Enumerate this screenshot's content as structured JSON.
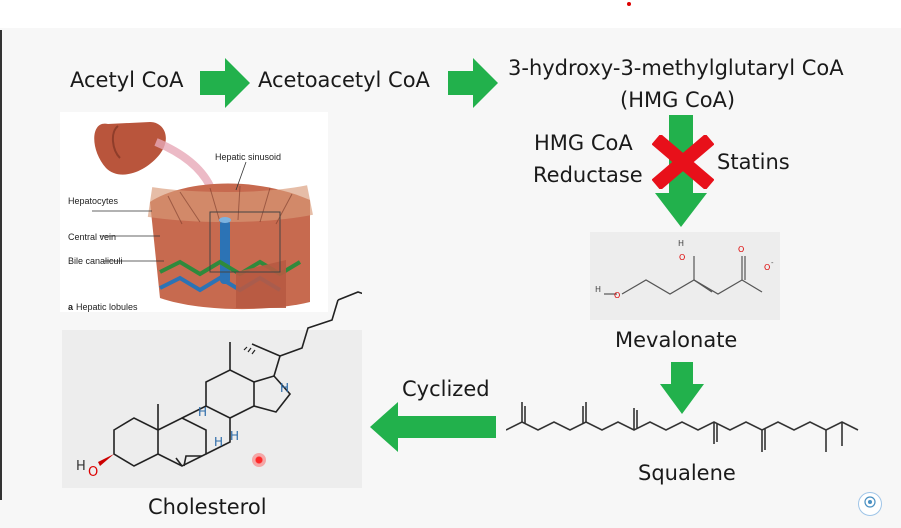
{
  "pathway": {
    "acetyl_coa": "Acetyl CoA",
    "acetoacetyl_coa": "Acetoacetyl CoA",
    "hmg_coa_line1": "3-hydroxy-3-methylglutaryl CoA",
    "hmg_coa_line2": "(HMG CoA)",
    "enzyme_line1": "HMG CoA",
    "enzyme_line2": "Reductase",
    "inhibitor": "Statins",
    "mevalonate": "Mevalonate",
    "squalene": "Squalene",
    "cyclized": "Cyclized",
    "cholesterol": "Cholesterol"
  },
  "liver_figure": {
    "hepatic_sinusoid": "Hepatic sinusoid",
    "hepatocytes": "Hepatocytes",
    "central_vein": "Central vein",
    "bile_canaliculi": "Bile canaliculi",
    "caption_letter": "a",
    "caption": "Hepatic lobules"
  },
  "mevalonate_structure": {
    "atom_h_top": "H",
    "atom_o_top": "O",
    "atom_ho": "H",
    "atom_o_left": "O",
    "atom_o_carboxyl": "O",
    "charge": "-"
  },
  "cholesterol_structure": {
    "ho_h": "H",
    "ho_o": "O",
    "h_17": "H",
    "h_14": "H",
    "h_9": "H",
    "h_8": "H"
  },
  "colors": {
    "arrow_green": "#22b14c",
    "inhibit_red": "#e8101a",
    "text": "#1a1a1a"
  }
}
